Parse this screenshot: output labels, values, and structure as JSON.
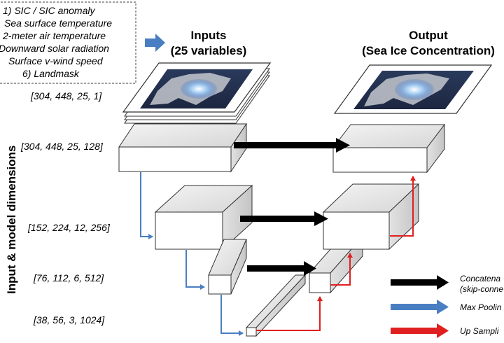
{
  "variables_box": {
    "lines": [
      "1)  SIC / SIC anomaly",
      "Sea surface temperature",
      "2-meter air temperature",
      "Downward solar radiation",
      "Surface v-wind speed",
      "6)  Landmask"
    ]
  },
  "inputs_title": [
    "Inputs",
    "(25 variables)"
  ],
  "output_title": [
    "Output",
    "(Sea Ice Concentration)"
  ],
  "y_axis_label": "Input & model dimensions",
  "dimension_labels": [
    "[304, 448, 25, 1]",
    "[304, 448, 25, 128]",
    "[152, 224, 12, 256]",
    "[76, 112, 6, 512]",
    "[38, 56, 3, 1024]"
  ],
  "legend": [
    {
      "label": "Concatena",
      "label2": "(skip-conne",
      "color": "#000000"
    },
    {
      "label": "Max Poolin",
      "label2": "",
      "color": "#4a7ec2"
    },
    {
      "label": "Up Sampli",
      "label2": "",
      "color": "#e02020"
    }
  ],
  "colors": {
    "max_pool": "#4a7ec2",
    "upsample": "#e02020",
    "concat": "#000000",
    "arrow_fill": "#4a7ec2"
  }
}
